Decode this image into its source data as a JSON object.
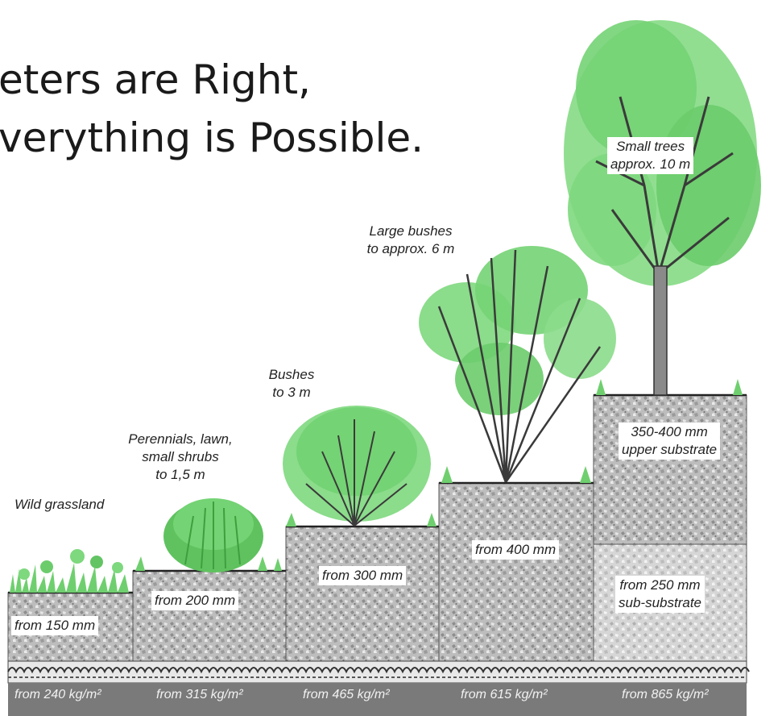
{
  "headline": {
    "line1": "eters are Right,",
    "line2": "verything is Possible."
  },
  "colors": {
    "soil": "#b9b9b9",
    "soil_light": "#d4d4d4",
    "grass": "#5ec45e",
    "foliage": "#74d374",
    "trunk": "#4a4a4a",
    "base_band": "#7a7a7a"
  },
  "steps": [
    {
      "name": "wild-grassland",
      "plant_label": "Wild grassland",
      "depth_label": "from 150 mm",
      "weight_label": "from 240 kg/m²"
    },
    {
      "name": "perennials",
      "plant_label": [
        "Perennials, lawn,",
        "small shrubs",
        "to 1,5 m"
      ],
      "depth_label": "from 200 mm",
      "weight_label": "from 315 kg/m²"
    },
    {
      "name": "bushes",
      "plant_label": [
        "Bushes",
        "to 3 m"
      ],
      "depth_label": "from 300 mm",
      "weight_label": "from 465 kg/m²"
    },
    {
      "name": "large-bushes",
      "plant_label": [
        "Large bushes",
        "to approx. 6 m"
      ],
      "depth_label": "from 400 mm",
      "weight_label": "from 615 kg/m²"
    },
    {
      "name": "small-trees",
      "plant_label": [
        "Small trees",
        "approx. 10 m"
      ],
      "upper_label": [
        "350-400 mm",
        "upper substrate"
      ],
      "lower_label": [
        "from 250 mm",
        "sub-substrate"
      ],
      "weight_label": "from 865 kg/m²"
    }
  ]
}
